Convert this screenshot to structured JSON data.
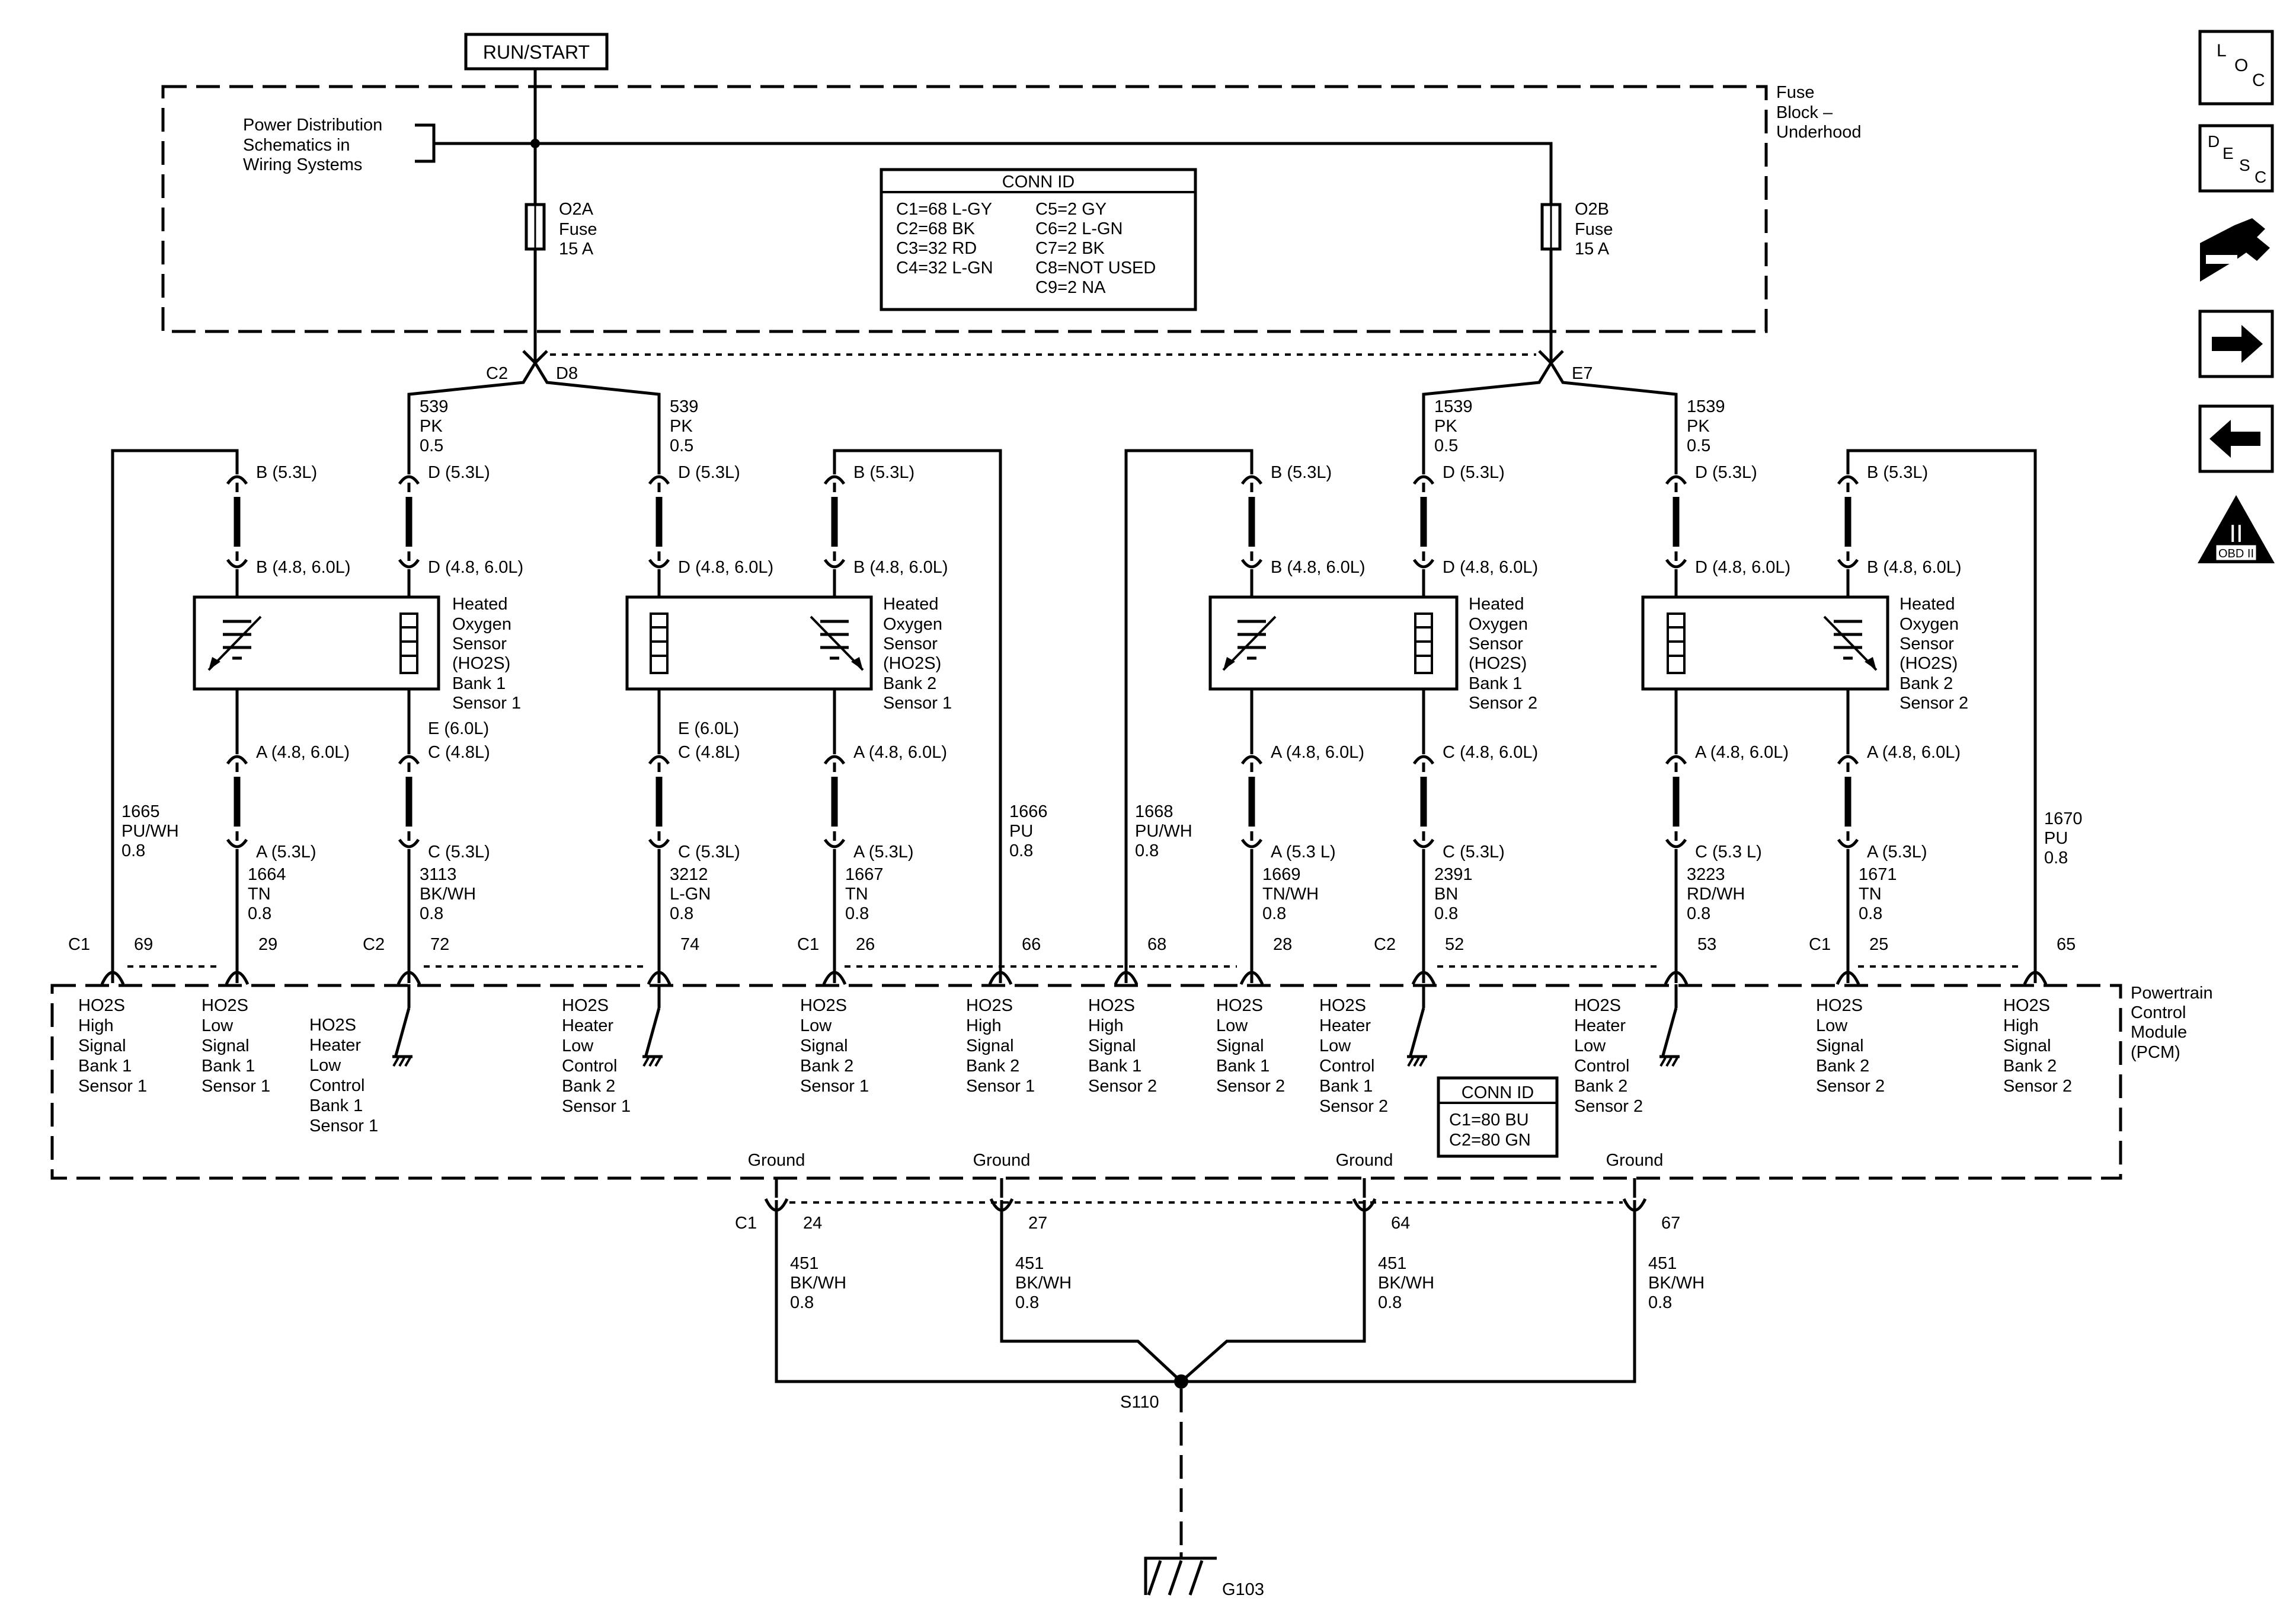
{
  "top": {
    "run_start": "RUN/START",
    "power_distribution": [
      "Power Distribution",
      "Schematics in",
      "Wiring Systems"
    ],
    "fuse_block": [
      "Fuse",
      "Block –",
      "Underhood"
    ],
    "fuse_o2a": [
      "O2A",
      "Fuse",
      "15 A"
    ],
    "fuse_o2b": [
      "O2B",
      "Fuse",
      "15 A"
    ],
    "conn_id_title": "CONN ID",
    "conn_id_left": [
      "C1=68 L-GY",
      "C2=68 BK",
      "C3=32 RD",
      "C4=32 L-GN"
    ],
    "conn_id_right": [
      "C5=2 GY",
      "C6=2 L-GN",
      "C7=2 BK",
      "C8=NOT USED",
      "C9=2 NA"
    ],
    "c2": "C2",
    "d8": "D8",
    "e7": "E7"
  },
  "labels": {
    "b53": "B (5.3L)",
    "d53": "D (5.3L)",
    "b4860": "B (4.8, 6.0L)",
    "d4860": "D (4.8, 6.0L)",
    "a4860": "A (4.8, 6.0L)",
    "c4860": "C (4.8, 6.0L)",
    "e60": "E (6.0L)",
    "c48": "C (4.8L)",
    "a53": "A (5.3L)",
    "a53b": "A (5.3 L)",
    "c53": "C (5.3L)",
    "c53b": "C (5.3 L)"
  },
  "feeds": {
    "f539": [
      "539",
      "PK",
      "0.5"
    ],
    "f1539": [
      "1539",
      "PK",
      "0.5"
    ]
  },
  "sensors": {
    "b1s1": [
      "Heated",
      "Oxygen",
      "Sensor",
      "(HO2S)",
      "Bank 1",
      "Sensor 1"
    ],
    "b2s1": [
      "Heated",
      "Oxygen",
      "Sensor",
      "(HO2S)",
      "Bank 2",
      "Sensor 1"
    ],
    "b1s2": [
      "Heated",
      "Oxygen",
      "Sensor",
      "(HO2S)",
      "Bank 1",
      "Sensor 2"
    ],
    "b2s2": [
      "Heated",
      "Oxygen",
      "Sensor",
      "(HO2S)",
      "Bank 2",
      "Sensor 2"
    ]
  },
  "wires": {
    "w1665": [
      "1665",
      "PU/WH",
      "0.8"
    ],
    "w1664": [
      "1664",
      "TN",
      "0.8"
    ],
    "w3113": [
      "3113",
      "BK/WH",
      "0.8"
    ],
    "w3212": [
      "3212",
      "L-GN",
      "0.8"
    ],
    "w1667": [
      "1667",
      "TN",
      "0.8"
    ],
    "w1666": [
      "1666",
      "PU",
      "0.8"
    ],
    "w1668": [
      "1668",
      "PU/WH",
      "0.8"
    ],
    "w1669": [
      "1669",
      "TN/WH",
      "0.8"
    ],
    "w2391": [
      "2391",
      "BN",
      "0.8"
    ],
    "w3223": [
      "3223",
      "RD/WH",
      "0.8"
    ],
    "w1671": [
      "1671",
      "TN",
      "0.8"
    ],
    "w1670": [
      "1670",
      "PU",
      "0.8"
    ],
    "w451": [
      "451",
      "BK/WH",
      "0.8"
    ]
  },
  "pcm": {
    "connector_c1": "C1",
    "connector_c2": "C2",
    "pins": [
      "69",
      "29",
      "72",
      "74",
      "26",
      "66",
      "68",
      "28",
      "52",
      "53",
      "25",
      "65"
    ],
    "functions": {
      "p69": [
        "HO2S",
        "High",
        "Signal",
        "Bank 1",
        "Sensor 1"
      ],
      "p29": [
        "HO2S",
        "Low",
        "Signal",
        "Bank 1",
        "Sensor 1"
      ],
      "p72": [
        "HO2S",
        "Heater",
        "Low",
        "Control",
        "Bank 1",
        "Sensor 1"
      ],
      "p74": [
        "HO2S",
        "Heater",
        "Low",
        "Control",
        "Bank 2",
        "Sensor 1"
      ],
      "p26": [
        "HO2S",
        "Low",
        "Signal",
        "Bank 2",
        "Sensor 1"
      ],
      "p66": [
        "HO2S",
        "High",
        "Signal",
        "Bank 2",
        "Sensor 1"
      ],
      "p68": [
        "HO2S",
        "High",
        "Signal",
        "Bank 1",
        "Sensor 2"
      ],
      "p28": [
        "HO2S",
        "Low",
        "Signal",
        "Bank 1",
        "Sensor 2"
      ],
      "p52": [
        "HO2S",
        "Heater",
        "Low",
        "Control",
        "Bank 1",
        "Sensor 2"
      ],
      "p53": [
        "HO2S",
        "Heater",
        "Low",
        "Control",
        "Bank 2",
        "Sensor 2"
      ],
      "p25": [
        "HO2S",
        "Low",
        "Signal",
        "Bank 2",
        "Sensor 2"
      ],
      "p65": [
        "HO2S",
        "High",
        "Signal",
        "Bank 2",
        "Sensor 2"
      ]
    },
    "title": [
      "Powertrain",
      "Control",
      "Module",
      "(PCM)"
    ],
    "conn_id_title": "CONN ID",
    "conn_id": [
      "C1=80 BU",
      "C2=80 GN"
    ],
    "ground_label": "Ground",
    "ground_connector": "C1",
    "ground_pins": [
      "24",
      "27",
      "64",
      "67"
    ]
  },
  "bottom": {
    "splice": "S110",
    "ground": "G103"
  },
  "toolbar": {
    "loc": [
      "L",
      "O",
      "C"
    ],
    "desc": [
      "D",
      "E",
      "S",
      "C"
    ],
    "obd_numeral": "II",
    "obd": "OBD II"
  }
}
